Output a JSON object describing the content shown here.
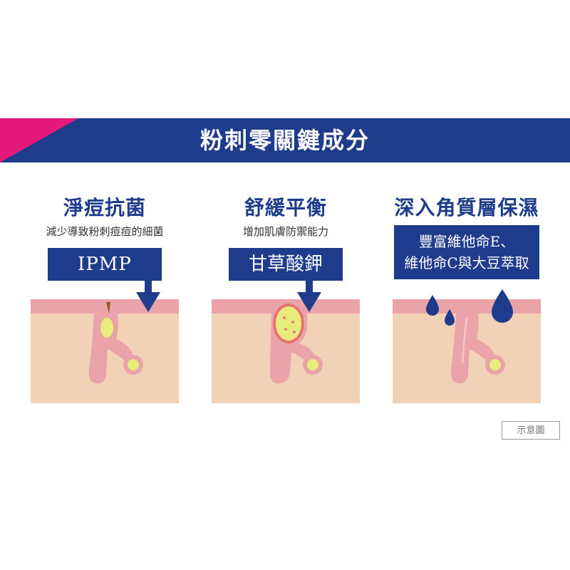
{
  "title": "粉刺零關鍵成分",
  "colors": {
    "brand_blue": "#1f3b8c",
    "accent_pink": "#e6197a",
    "skin": "#f1d2b6",
    "skin_top": "#eaa3a8",
    "sebum": "#e8ec7a"
  },
  "panels": [
    {
      "heading": "淨痘抗菌",
      "subheading": "減少導致粉刺痘痘的細菌",
      "label": "IPMP",
      "icon": "down-arrow-icon"
    },
    {
      "heading": "舒緩平衡",
      "subheading": "增加肌膚防禦能力",
      "label": "甘草酸鉀",
      "icon": "down-arrow-icon"
    },
    {
      "heading": "深入角質層保濕",
      "subheading": "",
      "label_lines": [
        "豐富維他命E、",
        "維他命C與大豆萃取"
      ],
      "icon": "water-drop-icon"
    }
  ],
  "note": "示意圖"
}
